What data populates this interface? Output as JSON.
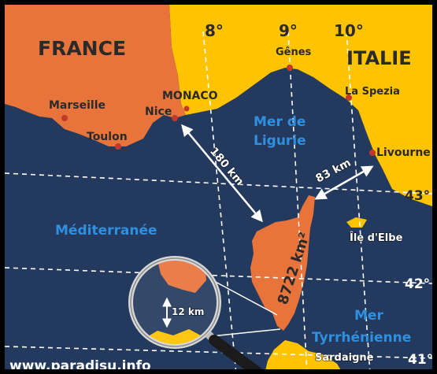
{
  "colors": {
    "sea": "#233a5e",
    "france": "#e8743b",
    "italy": "#ffc300",
    "corsica": "#e8743b",
    "sardinia": "#ffc300",
    "grid": "#ffffff",
    "city_dot": "#c0392b",
    "frame": "#000000"
  },
  "countries": {
    "france": "FRANCE",
    "italy": "ITALIE"
  },
  "meridians": {
    "m8": "8°",
    "m9": "9°",
    "m10": "10°"
  },
  "parallels": {
    "p43": "43°",
    "p42": "42°",
    "p41": "41°"
  },
  "cities": {
    "marseille": "Marseille",
    "toulon": "Toulon",
    "nice": "Nice",
    "monaco": "MONACO",
    "genes": "Gênes",
    "la_spezia": "La Spezia",
    "livourne": "Livourne"
  },
  "seas": {
    "ligurie_1": "Mer de",
    "ligurie_2": "Ligurie",
    "mediterranee": "Méditerranée",
    "tyrrhenienne_1": "Mer",
    "tyrrhenienne_2": "Tyrrhénienne"
  },
  "islands": {
    "elbe": "Île d'Elbe",
    "sardaigne": "Sardaigne",
    "corsica_area": "8722 km²"
  },
  "distances": {
    "nice_corsica": "180 km",
    "corsica_livourne": "83 km",
    "bonifacio_strait": "12 km"
  },
  "credit": "www.paradisu.info",
  "icons": {
    "magnifier": "magnifier-icon"
  }
}
